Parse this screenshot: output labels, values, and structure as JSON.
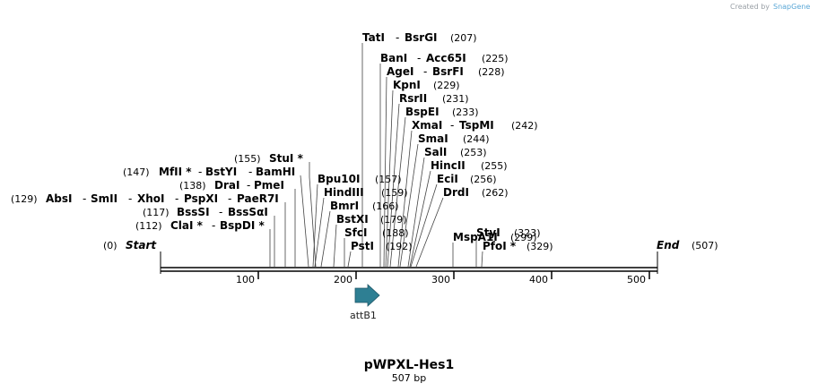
{
  "credit": {
    "text": "Created by",
    "brand": "SnapGene"
  },
  "map": {
    "name": "pWPXL-Hes1",
    "length_label": "507 bp",
    "length": 507,
    "start_label": "Start",
    "start_pos": "(0)",
    "end_label": "End",
    "end_pos": "(507)",
    "ticks": [
      "100",
      "200",
      "300",
      "400",
      "500"
    ],
    "feature": {
      "label": "attB1",
      "color": "#2e7f93"
    },
    "enzymes_left": [
      {
        "names": [
          "StuI *"
        ],
        "pos": "(155)"
      },
      {
        "names": [
          "MfII *",
          "BstYI",
          "BamHI"
        ],
        "pos": "(147)"
      },
      {
        "names": [
          "DraI",
          "PmeI"
        ],
        "pos": "(138)"
      },
      {
        "names": [
          "AbsI",
          "SmII",
          "XhoI",
          "PspXI",
          "PaeR7I"
        ],
        "pos": "(129)"
      },
      {
        "names": [
          "BssSI",
          "BssSαI"
        ],
        "pos": "(117)"
      },
      {
        "names": [
          "ClaI *",
          "BspDI *"
        ],
        "pos": "(112)"
      }
    ],
    "enzymes_right": [
      {
        "names": [
          "TatI",
          "BsrGI"
        ],
        "pos": "(207)"
      },
      {
        "names": [
          "BanI",
          "Acc65I"
        ],
        "pos": "(225)"
      },
      {
        "names": [
          "AgeI",
          "BsrFI"
        ],
        "pos": "(228)"
      },
      {
        "names": [
          "KpnI"
        ],
        "pos": "(229)"
      },
      {
        "names": [
          "RsrII"
        ],
        "pos": "(231)"
      },
      {
        "names": [
          "BspEI"
        ],
        "pos": "(233)"
      },
      {
        "names": [
          "XmaI",
          "TspMI"
        ],
        "pos": "(242)"
      },
      {
        "names": [
          "SmaI"
        ],
        "pos": "(244)"
      },
      {
        "names": [
          "SalI"
        ],
        "pos": "(253)"
      },
      {
        "names": [
          "HincII"
        ],
        "pos": "(255)"
      },
      {
        "names": [
          "EciI"
        ],
        "pos": "(256)"
      },
      {
        "names": [
          "DrdI"
        ],
        "pos": "(262)"
      },
      {
        "names": [
          "Bpu10I"
        ],
        "pos": "(157)"
      },
      {
        "names": [
          "HindIII"
        ],
        "pos": "(159)"
      },
      {
        "names": [
          "BmrI"
        ],
        "pos": "(166)"
      },
      {
        "names": [
          "BstXI"
        ],
        "pos": "(179)"
      },
      {
        "names": [
          "SfcI"
        ],
        "pos": "(188)"
      },
      {
        "names": [
          "PstI"
        ],
        "pos": "(192)"
      },
      {
        "names": [
          "MspA1I"
        ],
        "pos": "(299)"
      },
      {
        "names": [
          "StyI"
        ],
        "pos": "(323)"
      },
      {
        "names": [
          "PfoI *"
        ],
        "pos": "(329)"
      }
    ]
  }
}
